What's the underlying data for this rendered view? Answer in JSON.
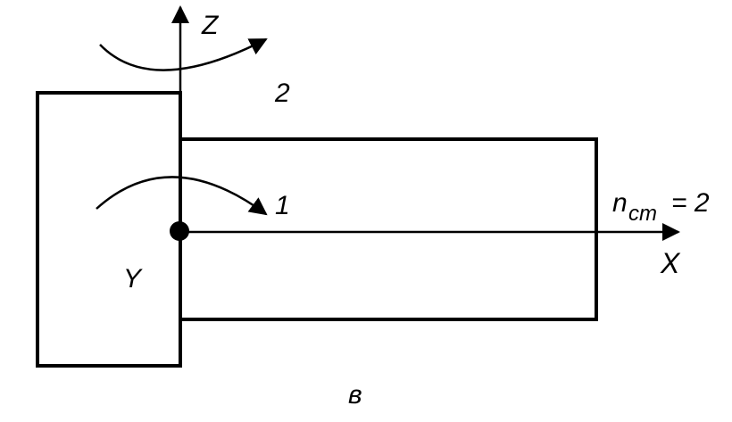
{
  "labels": {
    "z_axis": "Z",
    "x_axis": "X",
    "y_axis": "Y",
    "rotation_2": "2",
    "rotation_1": "1",
    "n_symbol": "n",
    "n_subscript": "cm",
    "n_value": "= 2",
    "caption": "в"
  },
  "colors": {
    "ink": "#000000",
    "background": "#ffffff"
  }
}
